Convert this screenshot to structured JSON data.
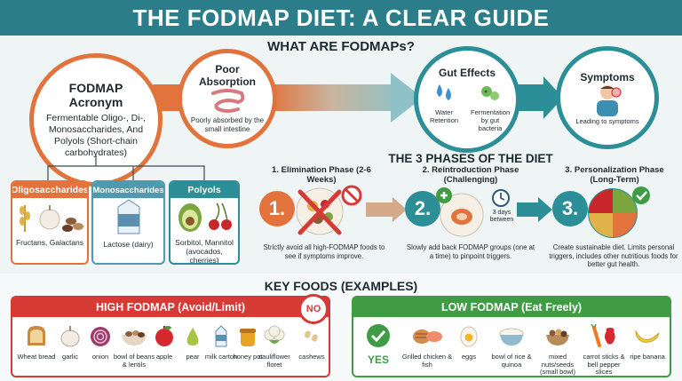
{
  "title": "THE FODMAP DIET: A CLEAR GUIDE",
  "what_title": "WHAT ARE FODMAPs?",
  "acronym": {
    "heading": "FODMAP Acronym",
    "text": "Fermentable Oligo-, Di-, Monosaccharides, And Polyols (Short-chain carbohydrates)"
  },
  "poor_absorption": {
    "heading": "Poor Absorption",
    "text": "Poorly absorbed by the small intestine"
  },
  "gut_effects": {
    "heading": "Gut Effects",
    "items": [
      "Water Retention",
      "Fermentation by gut bacteria"
    ]
  },
  "symptoms": {
    "heading": "Symptoms",
    "text": "Leading to symptoms"
  },
  "categories": [
    {
      "name": "Oligosaccharides",
      "examples": "Fructans, Galactans",
      "color": "#e2733c"
    },
    {
      "name": "Monosaccharides",
      "examples": "Lactose (dairy)",
      "color": "#4f9ab0"
    },
    {
      "name": "Polyols",
      "examples": "Sorbitol, Mannitol (avocados, cherries)",
      "color": "#2c8e96"
    }
  ],
  "phases_title": "THE 3 PHASES OF THE DIET",
  "phases": [
    {
      "number": "1.",
      "title": "1. Elimination Phase (2-6 Weeks)",
      "desc": "Strictly avoid all high-FODMAP foods to see if symptoms improve.",
      "color": "#e2733c"
    },
    {
      "number": "2.",
      "title": "2. Reintroduction Phase (Challenging)",
      "desc": "Slowly add back FODMAP groups (one at a time) to pinpoint triggers.",
      "note": "3 days between",
      "color": "#2c8e96"
    },
    {
      "number": "3.",
      "title": "3. Personalization Phase (Long-Term)",
      "desc": "Create sustainable diet. Limits personal triggers, includes other nutritious foods for better gut health.",
      "color": "#2c8e96"
    }
  ],
  "key_foods_title": "KEY FOODS (EXAMPLES)",
  "high": {
    "heading": "HIGH FODMAP (Avoid/Limit)",
    "badge": "NO",
    "color": "#d63a35",
    "items": [
      "Wheat bread",
      "garlic",
      "onion",
      "bowl of beans & lentils",
      "apple",
      "pear",
      "milk carton",
      "honey pot",
      "cauliflower floret",
      "cashews"
    ]
  },
  "low": {
    "heading": "LOW FODMAP (Eat Freely)",
    "badge": "YES",
    "color": "#3f9c45",
    "items": [
      "Grilled chicken & fish",
      "eggs",
      "bowl of rice & quinoa",
      "mixed nuts/seeds (small bowl)",
      "carrot sticks & bell pepper slices",
      "ripe banana"
    ]
  }
}
